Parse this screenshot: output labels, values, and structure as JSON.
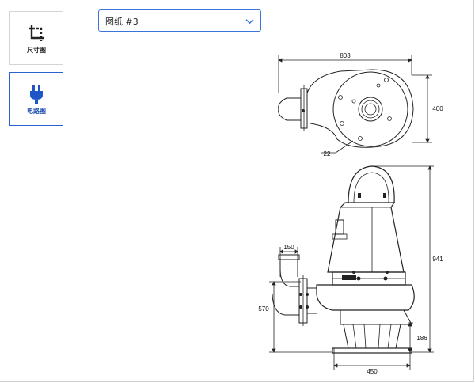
{
  "sidebar": {
    "items": [
      {
        "label": "尺寸图",
        "icon": "crop-icon",
        "active": false
      },
      {
        "label": "电路图",
        "icon": "plug-icon",
        "active": true
      }
    ]
  },
  "drawing_select": {
    "value": "图纸 #3"
  },
  "drawing": {
    "dimensions": {
      "top_width": "803",
      "top_height": "400",
      "bolt_callout": "22",
      "side_height": "941",
      "outlet_width": "150",
      "outlet_height": "570",
      "base_height": "186",
      "base_width": "450"
    }
  },
  "colors": {
    "accent": "#2a62d0",
    "icon_blue": "#1e56c8"
  }
}
